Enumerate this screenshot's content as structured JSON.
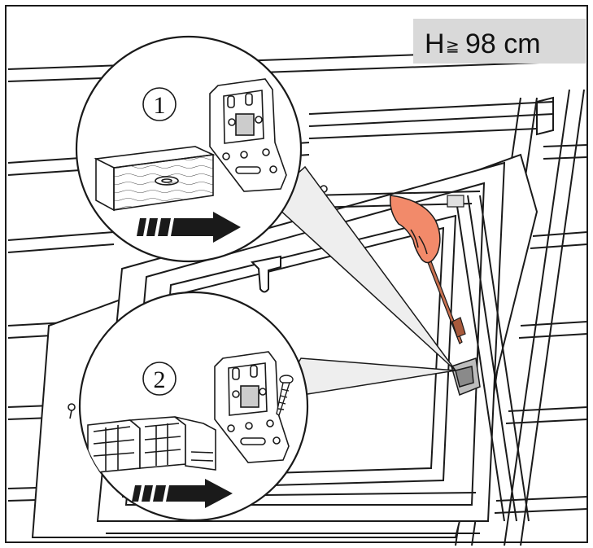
{
  "height_badge": {
    "prefix": "H",
    "symbol": "≧",
    "value": "98 cm",
    "background": "#d9d9d9"
  },
  "steps": [
    {
      "number": "1",
      "parts": [
        "wood-block",
        "mounting-bracket"
      ]
    },
    {
      "number": "2",
      "parts": [
        "plastic-spacer-blocks",
        "mounting-bracket",
        "screw"
      ]
    }
  ],
  "colors": {
    "line": "#1a1a1a",
    "skin": "#f28a6a",
    "screwdriver": "#c8704f",
    "callout_fill": "#ffffff",
    "callout_cone": "#eeeeee"
  },
  "icons": [
    "hand-holding-screwdriver-icon",
    "arrow-right-icon",
    "bracket-icon",
    "screw-icon"
  ]
}
